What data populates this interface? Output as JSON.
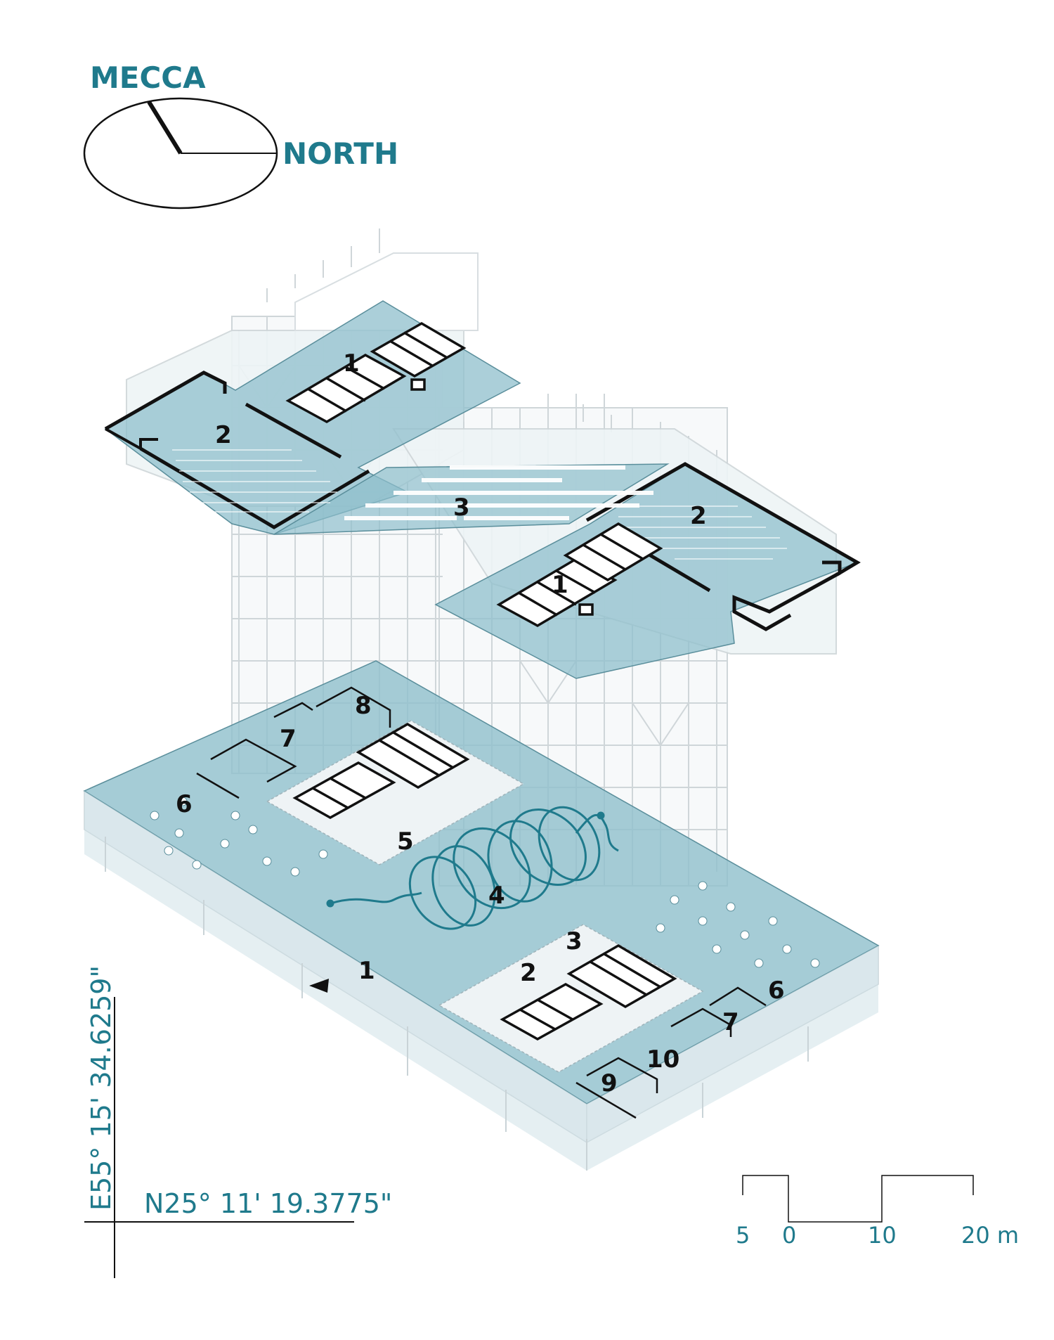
{
  "compass": {
    "mecca_label": "MECCA",
    "north_label": "NORTH"
  },
  "coordinates": {
    "longitude": "E55° 15' 34.6259\"",
    "latitude": "N25° 11' 19.3775\""
  },
  "scale_bar": {
    "labels": [
      "5",
      "0",
      "10",
      "20 m"
    ]
  },
  "upper_labels": [
    "1",
    "2",
    "3",
    "2",
    "1"
  ],
  "lower_labels": [
    "8",
    "7",
    "6",
    "5",
    "4",
    "3",
    "2",
    "1",
    "6",
    "7",
    "10",
    "9"
  ],
  "colors": {
    "teal": "#1f7a8c",
    "slab": "#8fbfcc",
    "line": "#111111",
    "frame": "#cfd6d9"
  }
}
